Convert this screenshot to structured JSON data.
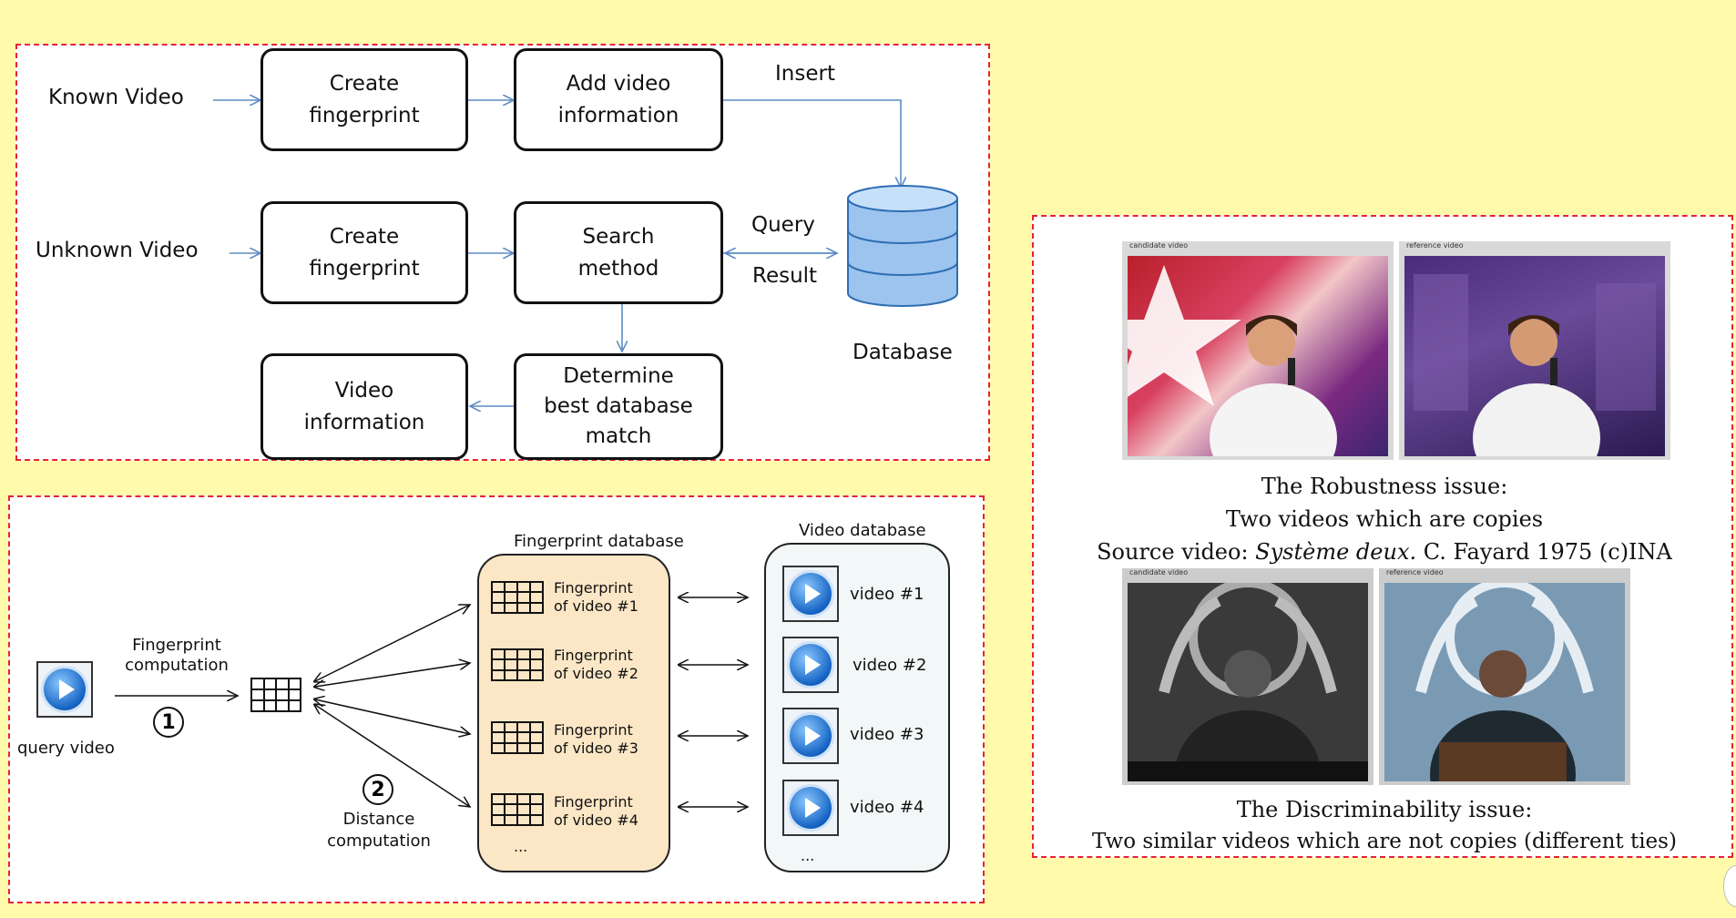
{
  "flow": {
    "known_video": "Known Video",
    "unknown_video": "Unknown Video",
    "create_fingerprint_1": "Create\nfingerprint",
    "add_video_info": "Add video\ninformation",
    "insert": "Insert",
    "create_fingerprint_2": "Create\nfingerprint",
    "search_method": "Search\nmethod",
    "query": "Query",
    "result": "Result",
    "database": "Database",
    "determine_match": "Determine\nbest database\nmatch",
    "video_information": "Video\ninformation"
  },
  "fingerprint_diagram": {
    "query_video": "query video",
    "fingerprint_computation": "Fingerprint\ncomputation",
    "step1": "1",
    "step2": "2",
    "distance_computation": "Distance\ncomputation",
    "fingerprint_database_title": "Fingerprint database",
    "video_database_title": "Video database",
    "fingerprints": [
      "Fingerprint\nof video #1",
      "Fingerprint\nof video #2",
      "Fingerprint\nof video #3",
      "Fingerprint\nof video #4"
    ],
    "videos": [
      "video #1",
      "video #2",
      "video #3",
      "video #4"
    ],
    "ellipsis": "..."
  },
  "issues": {
    "candidate_label": "candidate video",
    "reference_label": "reference video",
    "robustness_line1": "The Robustness issue:",
    "robustness_line2": "Two videos which are copies",
    "source_prefix": "Source video: ",
    "source_title": "Système deux.",
    "source_suffix": " C. Fayard 1975 (c)INA",
    "discrim_line1": "The Discriminability issue:",
    "discrim_line2": "Two similar videos which are not copies (different ties)"
  },
  "colors": {
    "background": "#fffbab",
    "dashed_border": "#e8232f",
    "arrow_blue": "#5b8bc4",
    "fingerprint_db_fill": "#fbe7c6",
    "video_db_fill": "#f2f7f7"
  }
}
